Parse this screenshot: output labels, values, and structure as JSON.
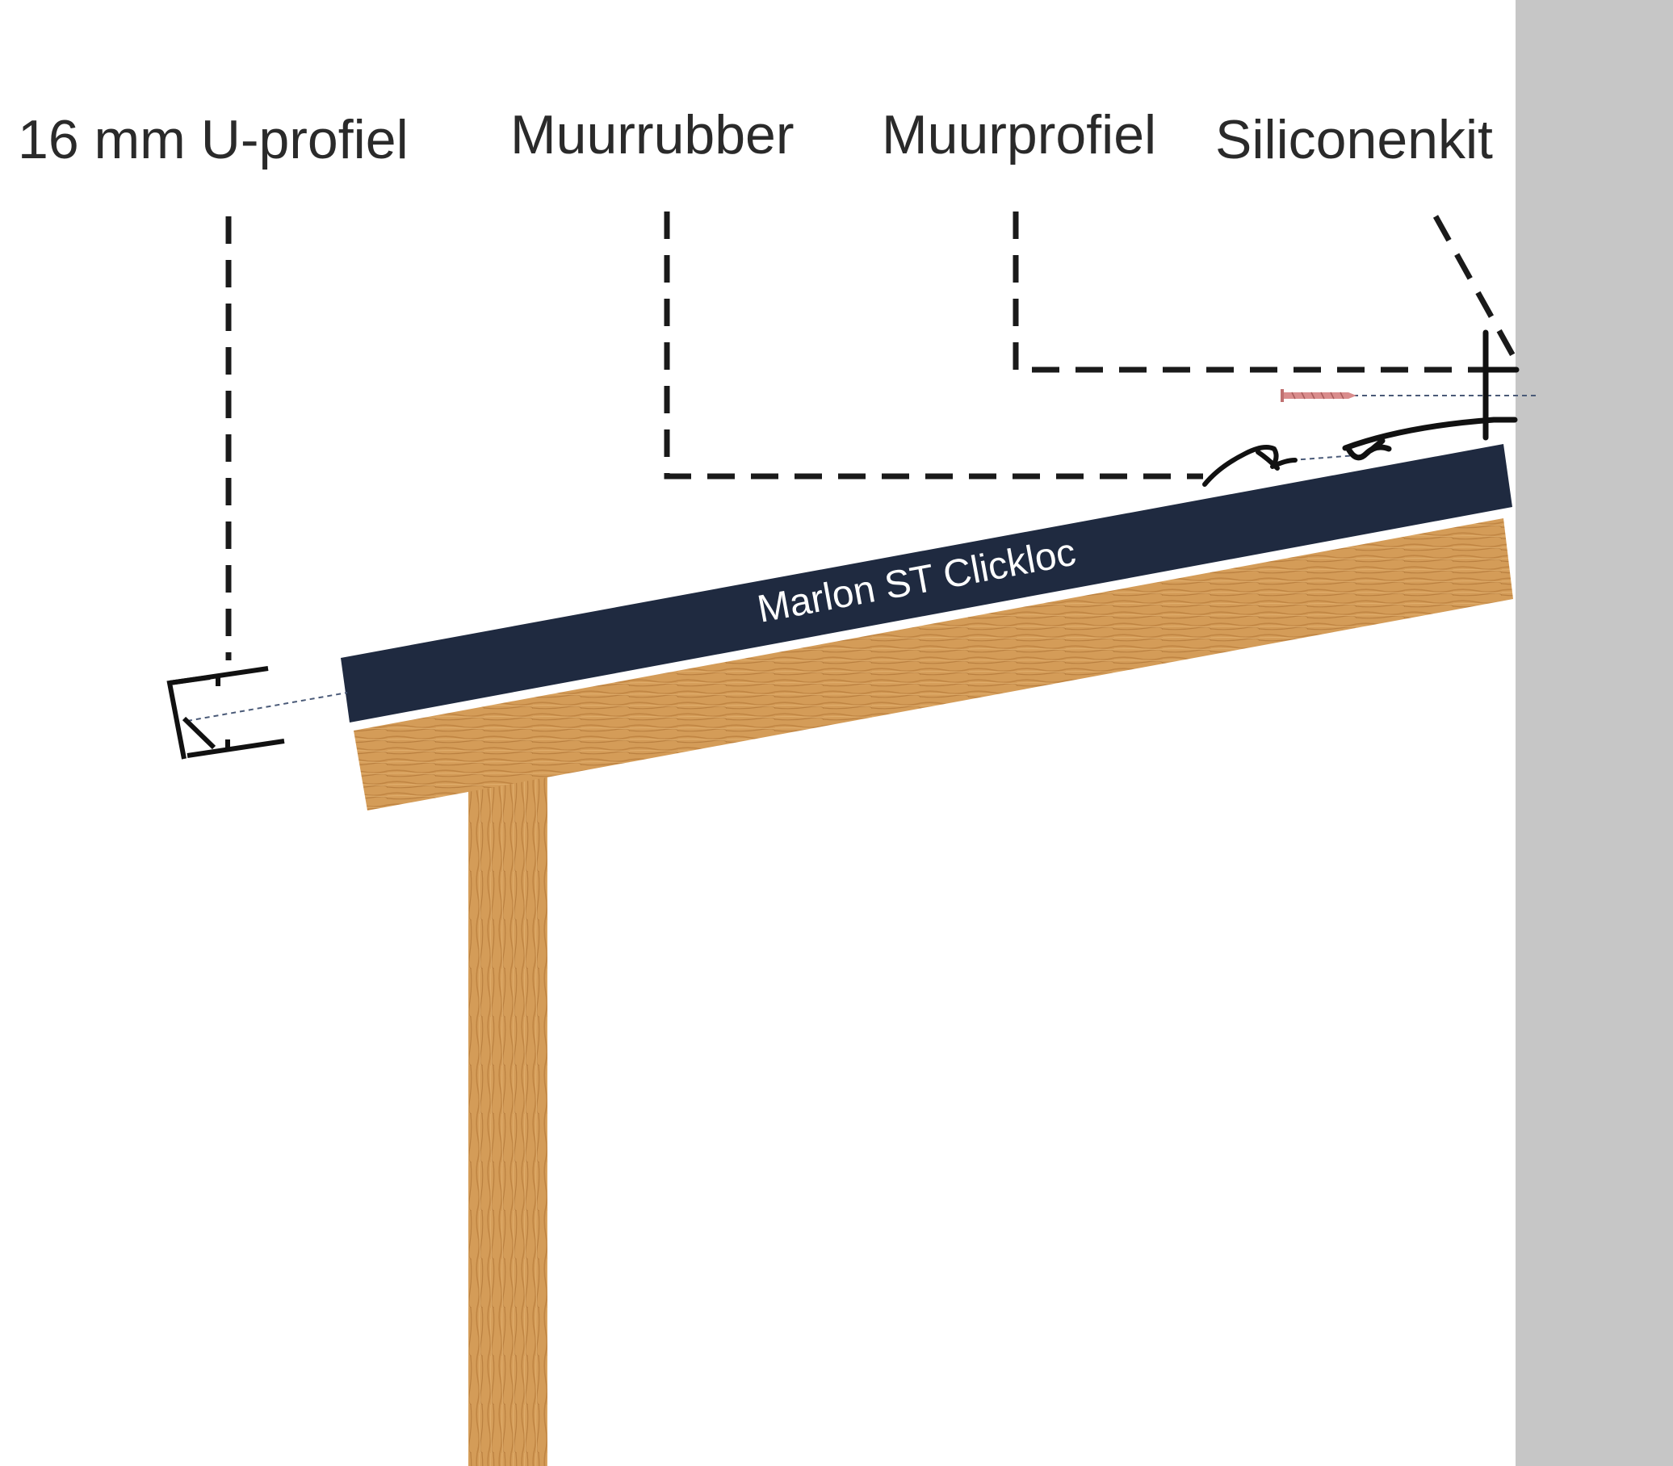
{
  "labels": {
    "u_profile": "16 mm U-profiel",
    "wall_rubber": "Muurrubber",
    "wall_profile": "Muurprofiel",
    "silicone": "Siliconenkit"
  },
  "panel": {
    "name": "Marlon ST Clickloc"
  },
  "colors": {
    "panel": "#1f2a40",
    "wood_light": "#d9a35e",
    "wood_mid": "#c48a45",
    "wood_dark": "#a86e30",
    "wall": "#c6c6c6",
    "leader": "#1a1a1a",
    "axis_line": "#4a5a78",
    "screw": "#d98c8c"
  },
  "icons": {
    "screw": "screw-icon",
    "u_profile": "u-profile-icon",
    "wall_rubber": "wall-rubber-icon",
    "wall_profile": "wall-profile-icon"
  }
}
